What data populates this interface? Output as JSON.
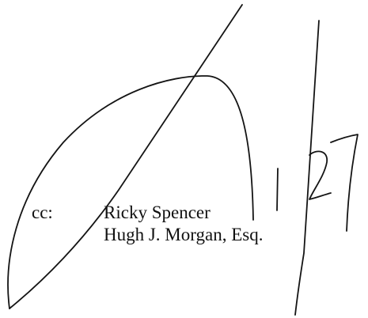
{
  "document": {
    "cc_label": "cc:",
    "recipients": [
      "Ricky Spencer",
      "Hugh J. Morgan, Esq."
    ],
    "handwritten_annotation": "1/27",
    "ink_color": "#141414"
  }
}
